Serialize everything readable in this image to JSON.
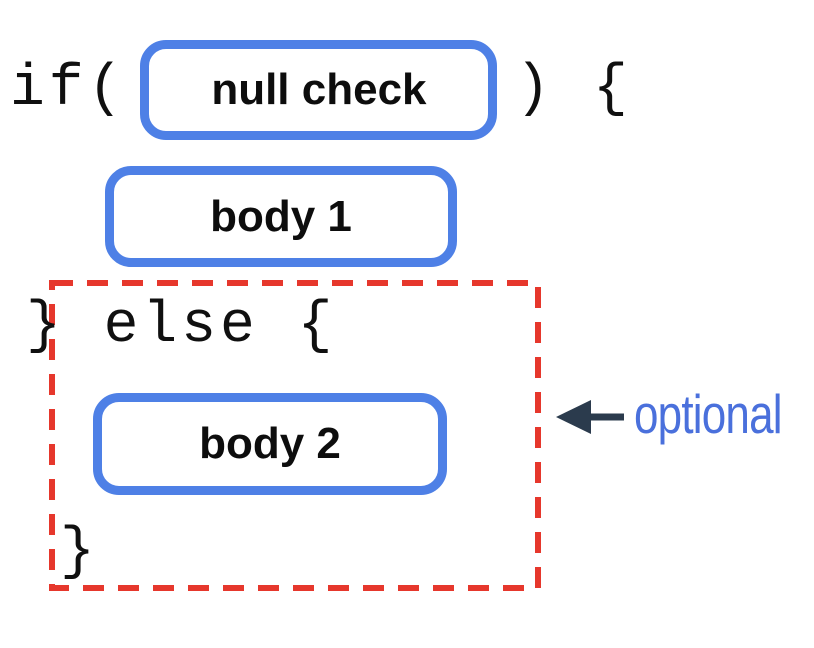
{
  "diagram": {
    "title_semantic": "if-else statement structure diagram",
    "if_open": "if(",
    "if_close": ") {",
    "condition_label": "null check",
    "body1_label": "body 1",
    "else_line": "} else {",
    "body2_label": "body 2",
    "closing_brace": "}",
    "annotation_label": "optional",
    "colors": {
      "slot_border_blue": "#4E80E6",
      "optional_outline_red": "#E6372C",
      "arrow_dark": "#2B3B4D",
      "annotation_text_blue": "#4A70DC",
      "code_text": "#101010"
    }
  }
}
